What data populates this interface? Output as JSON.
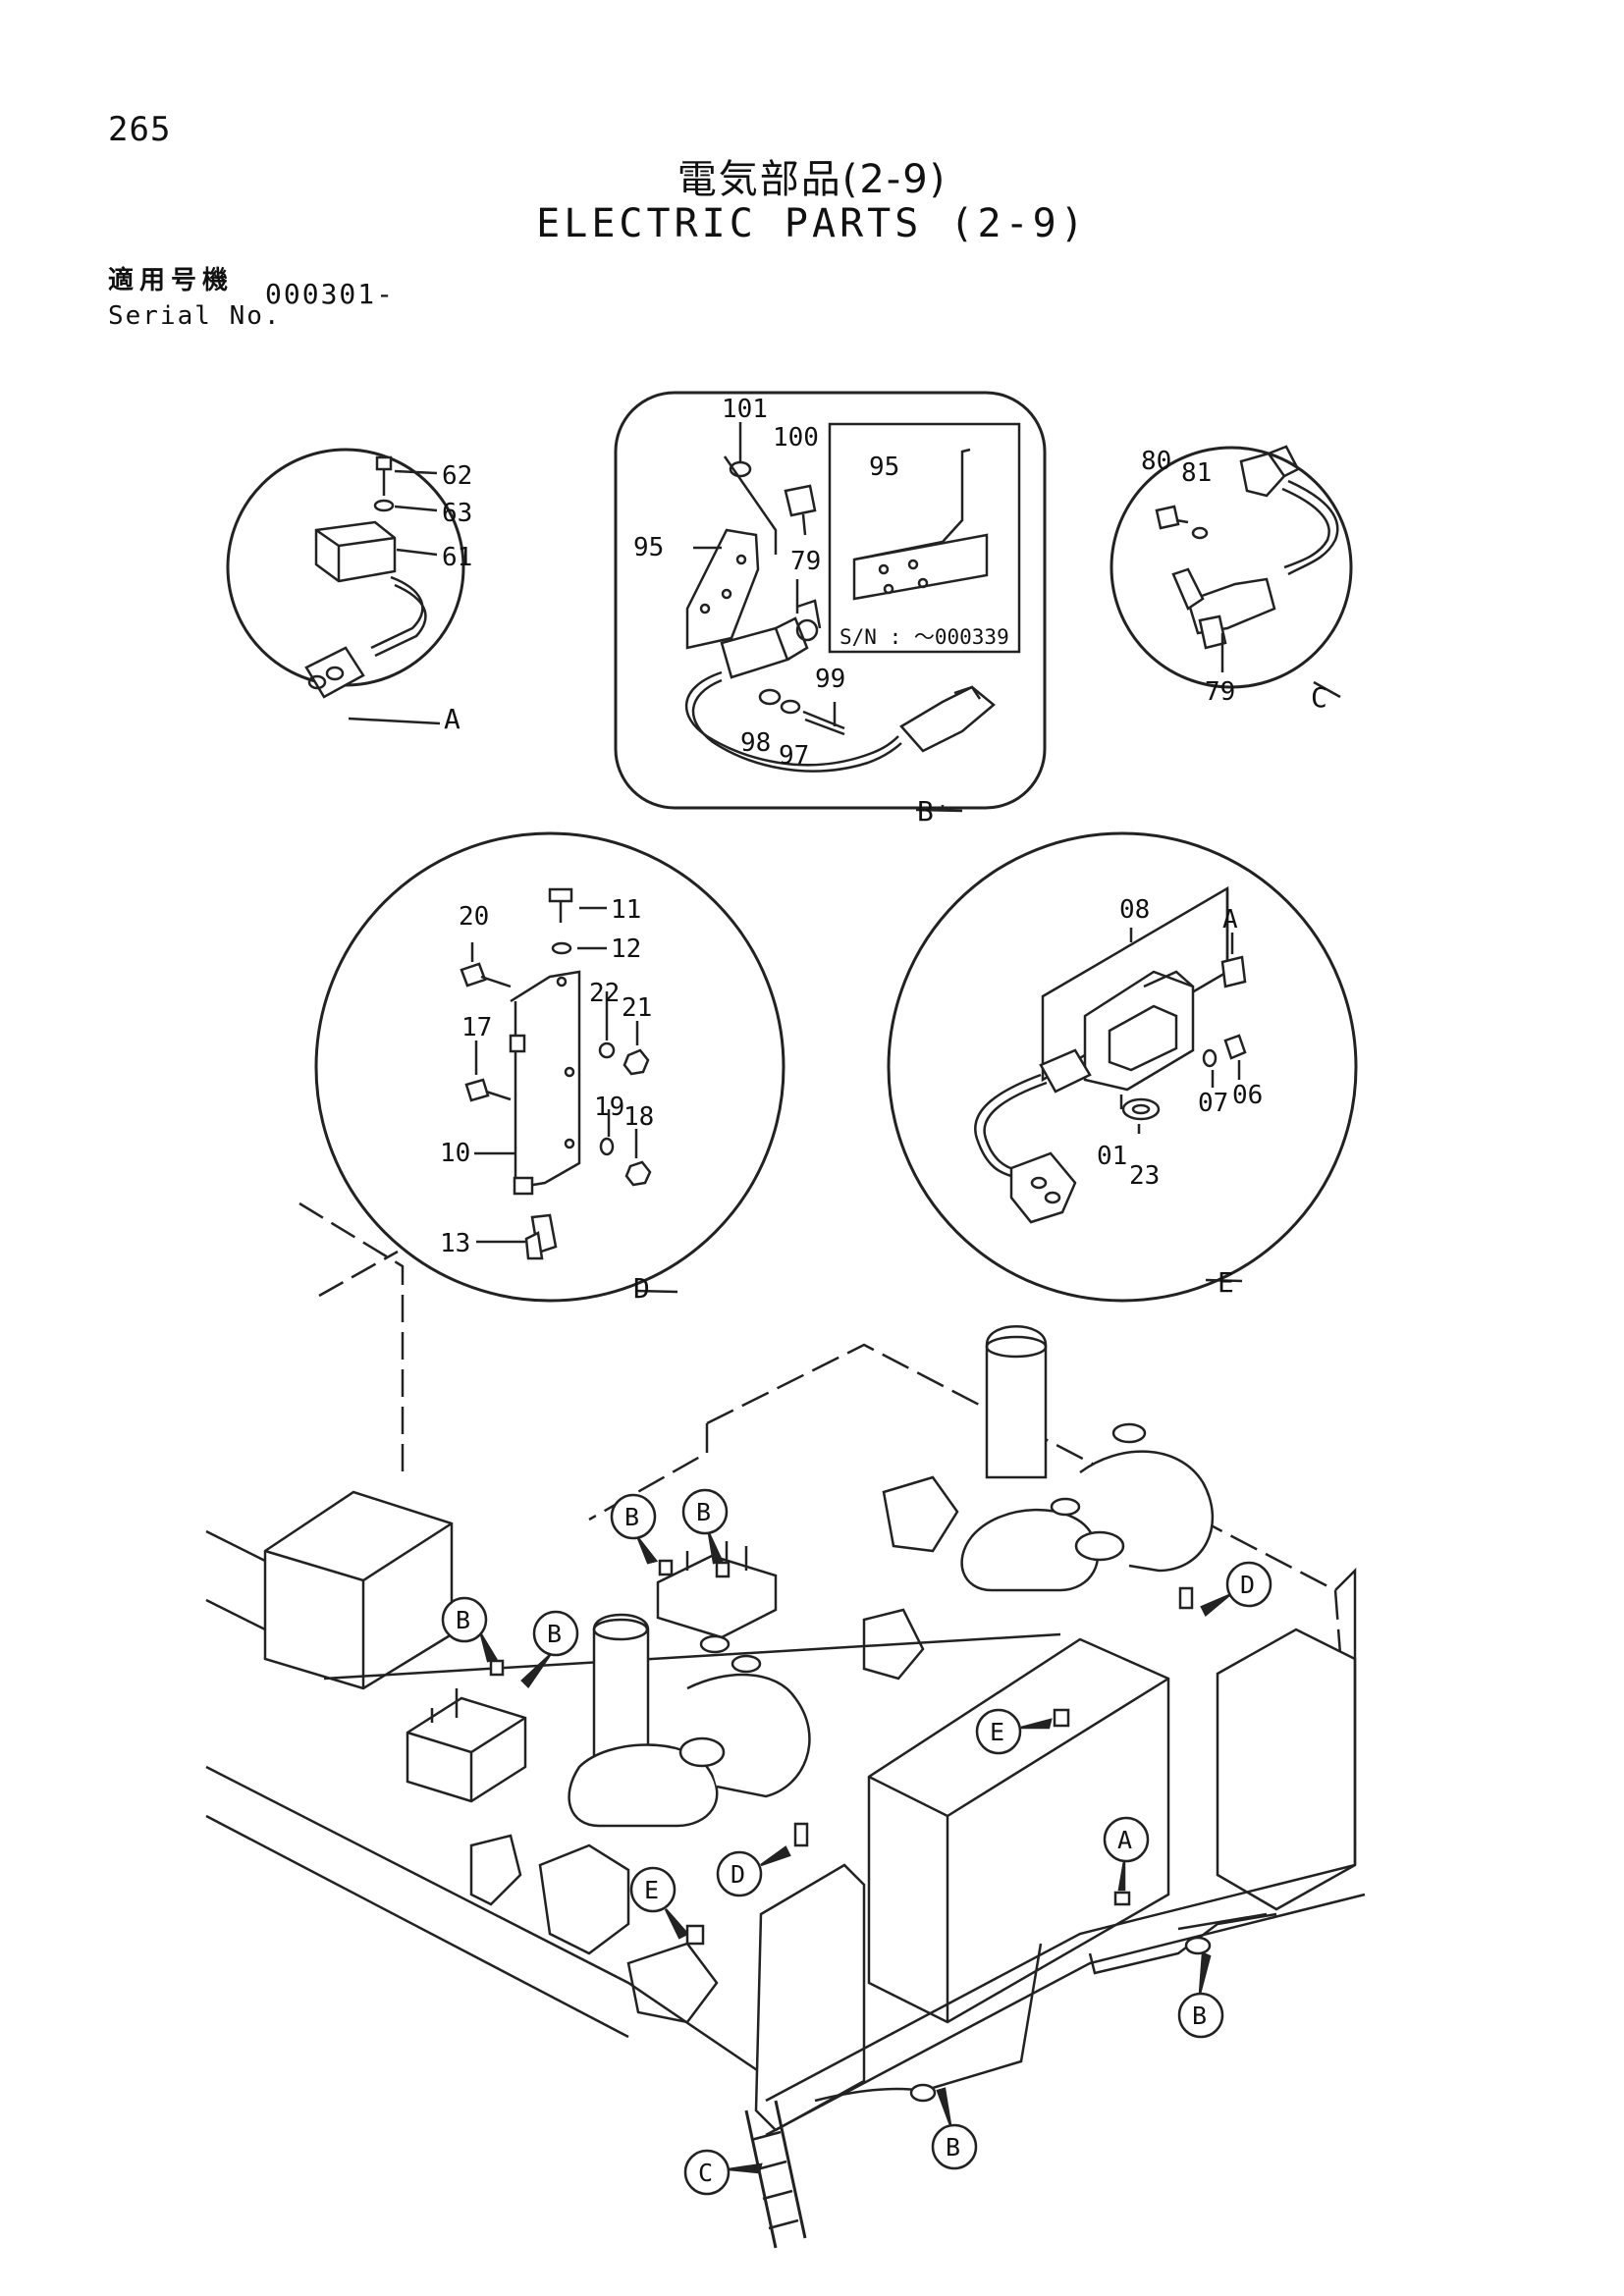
{
  "page_number": "265",
  "title_jp": "電気部品(2-9)",
  "title_en": "ELECTRIC PARTS (2-9)",
  "serial": {
    "label_jp": "適用号機",
    "label_en": "Serial No.",
    "value": "000301-"
  },
  "details": {
    "A": {
      "letter": "A",
      "parts": [
        "62",
        "63",
        "61"
      ]
    },
    "B": {
      "letter": "B",
      "parts": [
        "101",
        "100",
        "95",
        "79",
        "99",
        "98",
        "97"
      ],
      "inset": {
        "part": "95",
        "sn": "S/N : ～000339"
      }
    },
    "C": {
      "letter": "C",
      "parts": [
        "80",
        "81",
        "79"
      ]
    },
    "D": {
      "letter": "D",
      "parts": [
        "20",
        "11",
        "12",
        "22",
        "21",
        "17",
        "19",
        "18",
        "10",
        "13"
      ]
    },
    "E": {
      "letter": "E",
      "parts": [
        "08",
        "A",
        "07",
        "06",
        "01",
        "23"
      ]
    }
  },
  "main_callouts": [
    "B",
    "B",
    "B",
    "B",
    "D",
    "E",
    "D",
    "E",
    "A",
    "B",
    "B",
    "C"
  ]
}
